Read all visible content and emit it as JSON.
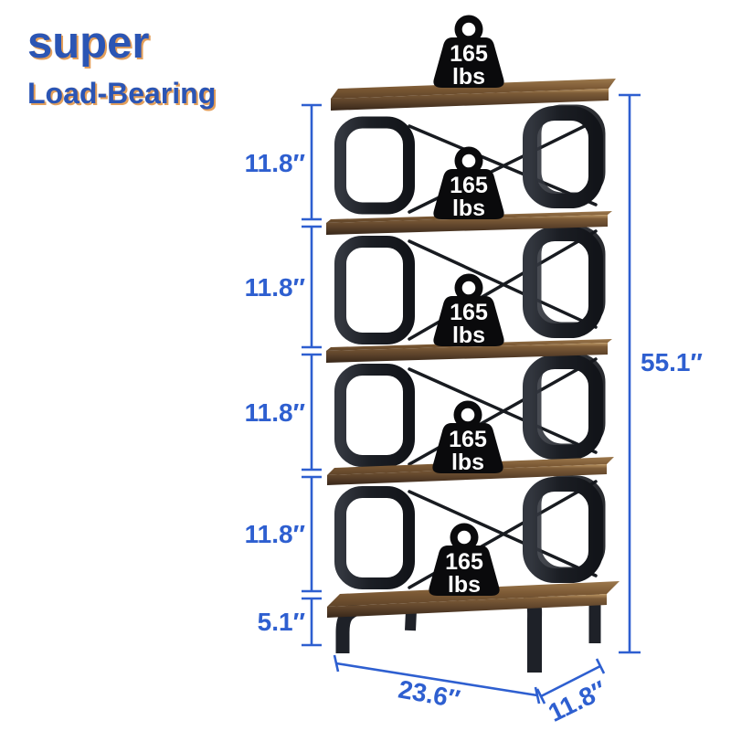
{
  "title": {
    "line1": "super",
    "line2": "Load-Bearing"
  },
  "weight_badge": {
    "value": "165",
    "unit": "lbs"
  },
  "dimensions": {
    "shelf_gap_1": "11.8″",
    "shelf_gap_2": "11.8″",
    "shelf_gap_3": "11.8″",
    "shelf_gap_4": "11.8″",
    "bottom_clearance": "5.1″",
    "total_height": "55.1″",
    "width": "23.6″",
    "depth": "11.8″"
  },
  "colors": {
    "accent_blue": "#2e5fd0",
    "title_blue": "#2b55b4",
    "weight_black": "#0a0a0c",
    "frame_dark": "#1d2127",
    "wood_brown": "#6e4e2c"
  }
}
